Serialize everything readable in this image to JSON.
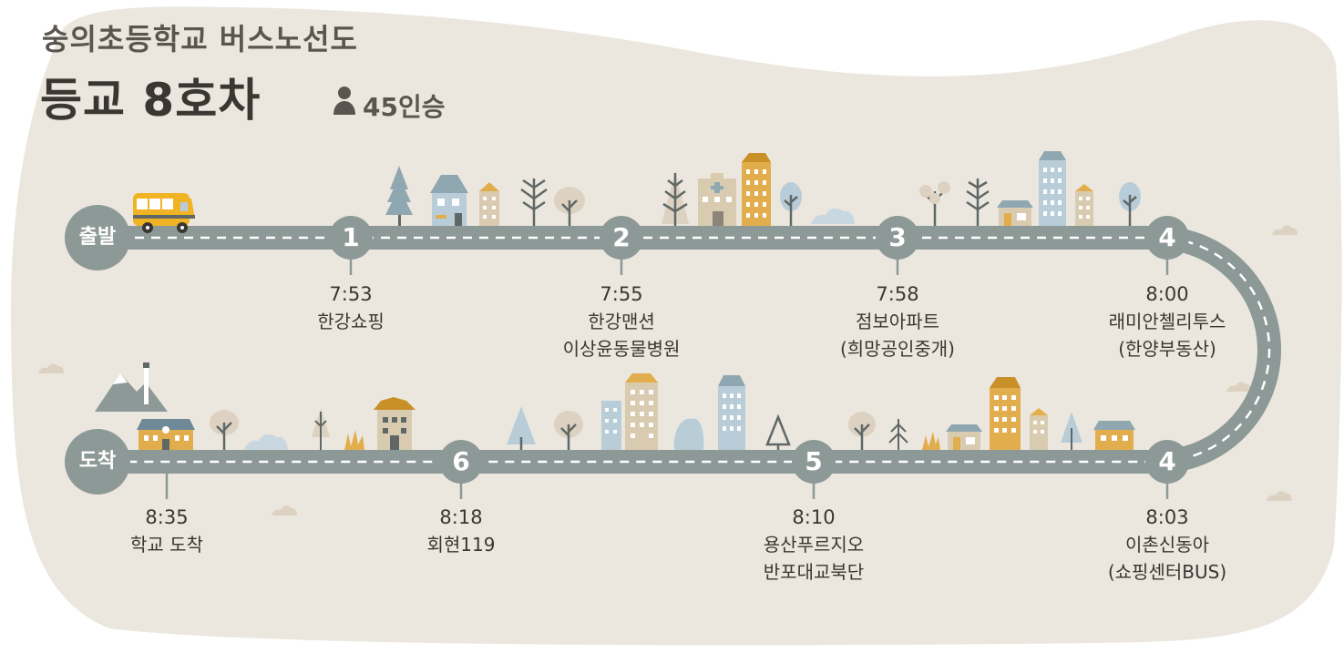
{
  "header": {
    "subtitle": "숭의초등학교 버스노선도",
    "title": "등교 8호차",
    "capacity": "45인승"
  },
  "route": {
    "start_label": "출발",
    "end_label": "도착",
    "stops": [
      {
        "number": "1",
        "time": "7:53",
        "name_line1": "한강쇼핑",
        "name_line2": ""
      },
      {
        "number": "2",
        "time": "7:55",
        "name_line1": "한강맨션",
        "name_line2": "이상윤동물병원"
      },
      {
        "number": "3",
        "time": "7:58",
        "name_line1": "점보아파트",
        "name_line2": "(희망공인중개)"
      },
      {
        "number": "4",
        "time": "8:00",
        "name_line1": "래미안첼리투스",
        "name_line2": "(한양부동산)"
      },
      {
        "number": "4",
        "time": "8:03",
        "name_line1": "이촌신동아",
        "name_line2": "(쇼핑센터BUS)"
      },
      {
        "number": "5",
        "time": "8:10",
        "name_line1": "용산푸르지오",
        "name_line2": "반포대교북단"
      },
      {
        "number": "6",
        "time": "8:18",
        "name_line1": "회현119",
        "name_line2": ""
      }
    ],
    "arrival": {
      "time": "8:35",
      "name": "학교 도착"
    }
  },
  "colors": {
    "background_blob": "#ebe7df",
    "road": "#8c9996",
    "road_dash": "#ffffff",
    "text_dark": "#3a3632",
    "text_mid": "#5b554f",
    "bus_yellow": "#f0b324",
    "building_ochre": "#e2ad4c",
    "building_blue": "#b9cdd8",
    "building_tan": "#d9cbb0",
    "tree_dark": "#5f6866",
    "cloud_tan": "#ddd2c2"
  }
}
